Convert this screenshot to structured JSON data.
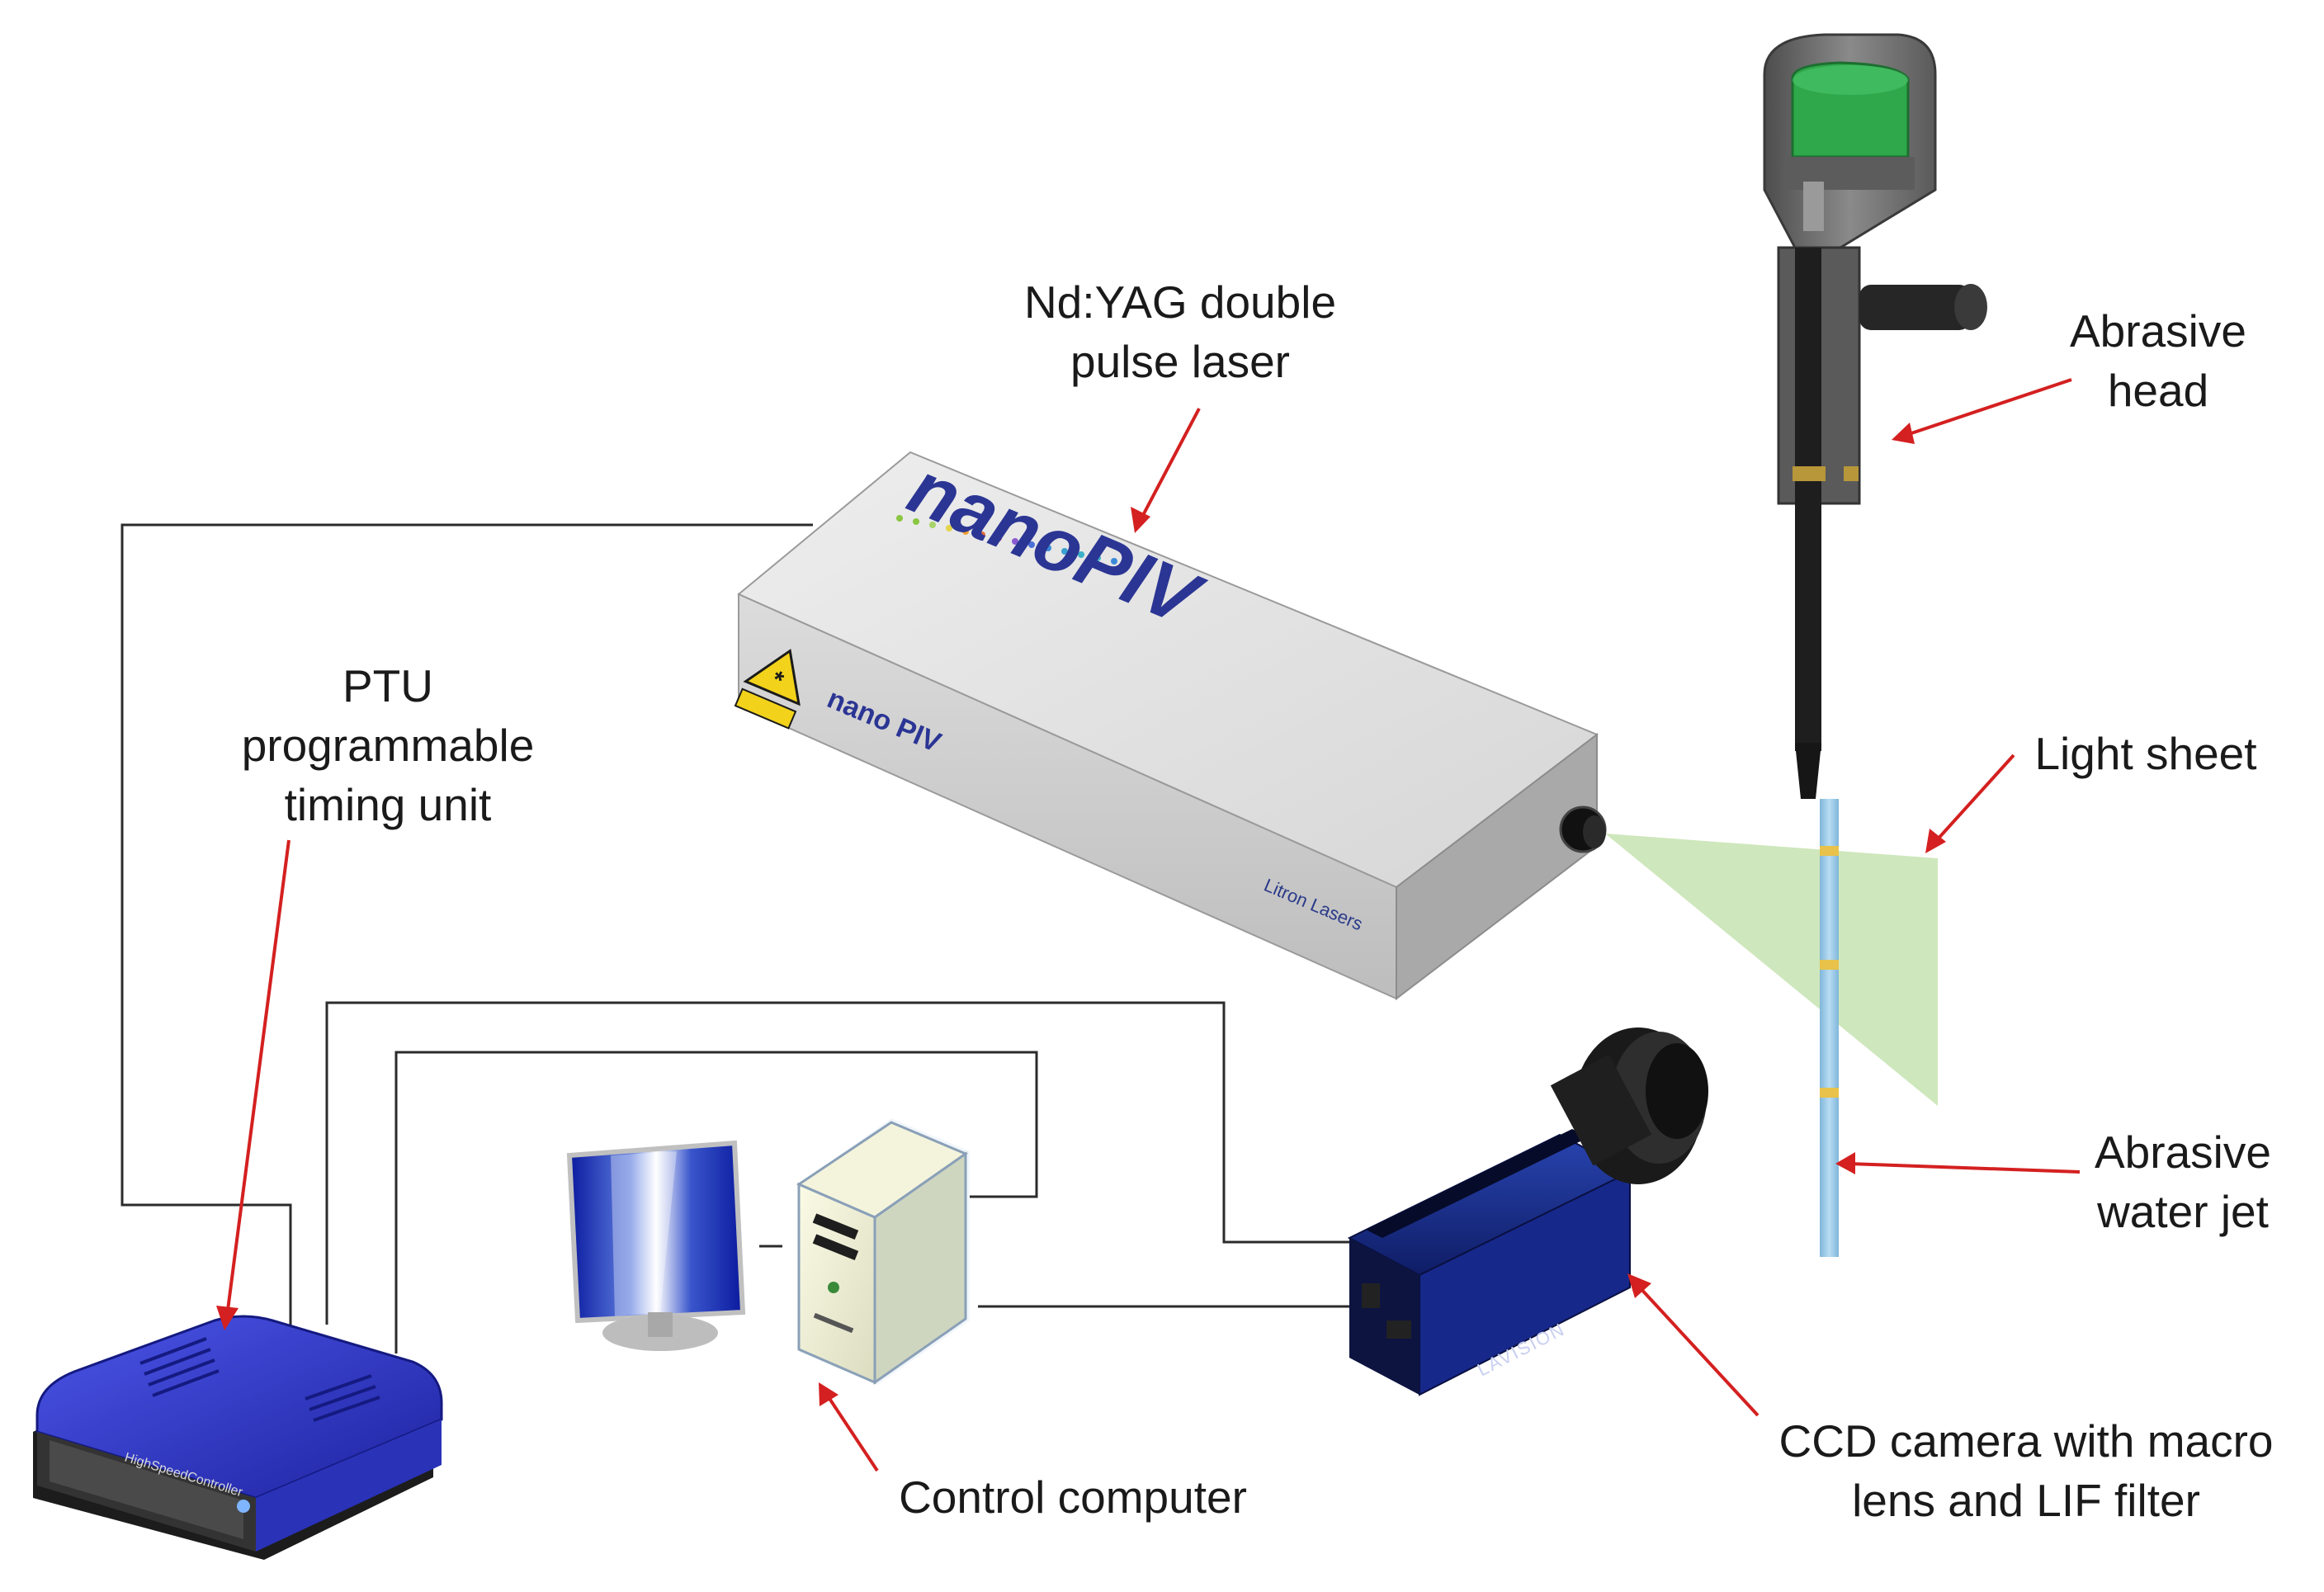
{
  "labels": {
    "laser": {
      "line1": "Nd:YAG double",
      "line2": "pulse laser"
    },
    "ptu": {
      "line1": "PTU",
      "line2": "programmable",
      "line3": "timing unit"
    },
    "abrasive_head": {
      "line1": "Abrasive",
      "line2": "head"
    },
    "light_sheet": {
      "line1": "Light sheet"
    },
    "water_jet": {
      "line1": "Abrasive",
      "line2": "water jet"
    },
    "camera": {
      "line1": "CCD camera with macro",
      "line2": "lens and LIF filter"
    },
    "computer": {
      "line1": "Control computer"
    }
  },
  "device_text": {
    "laser_brand": "nanoPIV",
    "laser_side_brand": "nano PIV",
    "laser_maker": "Litron Lasers",
    "camera_brand": "LAVISION",
    "ptu_brand": "HighSpeedController"
  },
  "colors": {
    "arrow": "#d42020",
    "cable": "#2b2b2b",
    "light_sheet": "#c6e3b0",
    "water_jet": "#9ecbe8",
    "laser_body": "#d9d9d9",
    "camera_body": "#1b2f8a",
    "ptu_body": "#2f38c8"
  }
}
